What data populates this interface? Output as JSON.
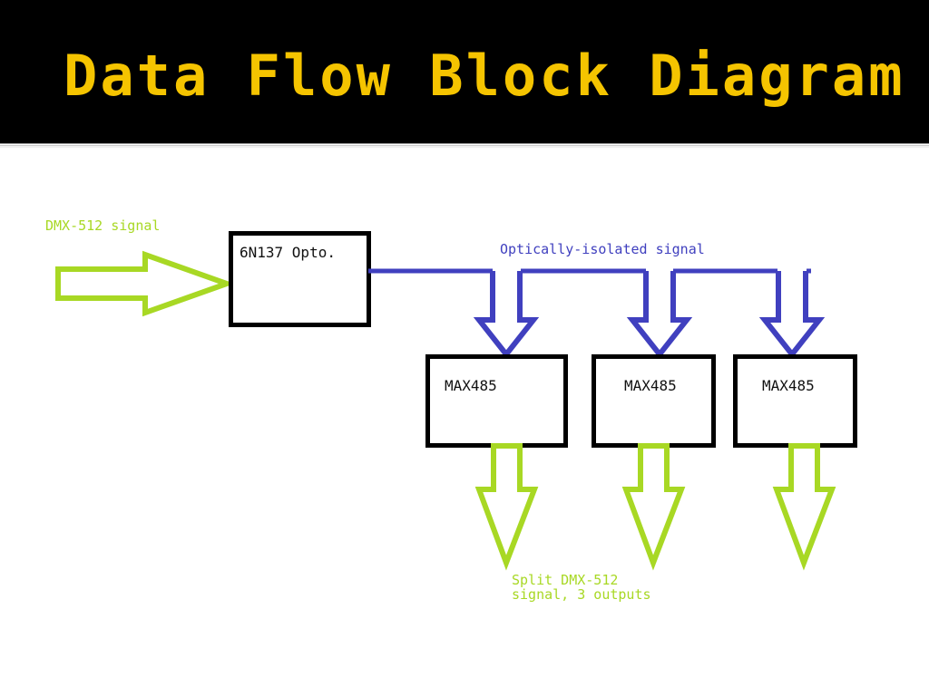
{
  "slide": {
    "title": "Data Flow Block Diagram",
    "title_color": "#f5c400",
    "banner_color": "#000000",
    "background_color": "#ffffff"
  },
  "diagram": {
    "type": "block-diagram",
    "palette": {
      "green": "#a8d824",
      "blue": "#4040bf",
      "block_border": "#000000",
      "block_fill": "#ffffff"
    },
    "blocks": [
      {
        "id": "opto",
        "label": "6N137 Opto."
      },
      {
        "id": "max485-1",
        "label": "MAX485"
      },
      {
        "id": "max485-2",
        "label": "MAX485"
      },
      {
        "id": "max485-3",
        "label": "MAX485"
      }
    ],
    "annotations": {
      "input_label": "DMX-512 signal",
      "bus_label": "Optically-isolated signal",
      "output_label_line1": "Split DMX-512",
      "output_label_line2": "signal, 3 outputs"
    },
    "flow": {
      "input_arrow_direction": "right",
      "input_arrow_color": "#a8d824",
      "bus_arrow_direction": "down",
      "bus_arrow_color": "#4040bf",
      "bus_arrow_count": 3,
      "output_arrow_direction": "down",
      "output_arrow_color": "#a8d824",
      "output_arrow_count": 3
    }
  }
}
